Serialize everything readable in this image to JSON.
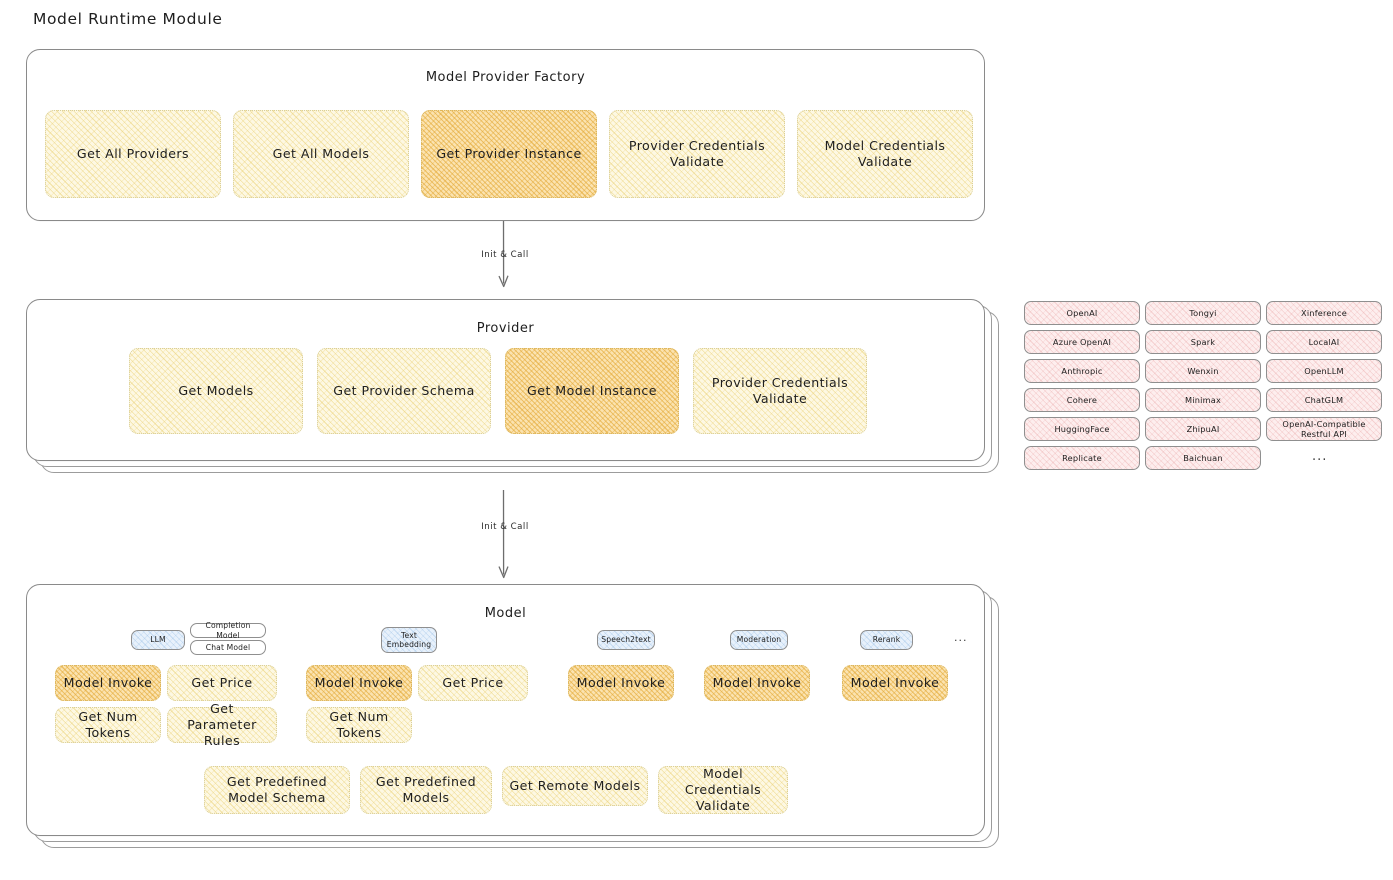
{
  "page": {
    "title": "Model Runtime Module"
  },
  "factory": {
    "title": "Model Provider Factory",
    "nodes": [
      {
        "label": "Get All Providers",
        "style": "yellow"
      },
      {
        "label": "Get All Models",
        "style": "yellow"
      },
      {
        "label": "Get Provider Instance",
        "style": "orange"
      },
      {
        "label": "Provider Credentials Validate",
        "style": "yellow"
      },
      {
        "label": "Model Credentials Validate",
        "style": "yellow"
      }
    ]
  },
  "arrow1": {
    "label": "Init & Call"
  },
  "provider": {
    "title": "Provider",
    "nodes": [
      {
        "label": "Get Models",
        "style": "yellow"
      },
      {
        "label": "Get Provider Schema",
        "style": "yellow"
      },
      {
        "label": "Get Model Instance",
        "style": "orange"
      },
      {
        "label": "Provider Credentials Validate",
        "style": "yellow"
      }
    ]
  },
  "arrow2": {
    "label": "Init & Call"
  },
  "provider_list": {
    "columns": [
      [
        "OpenAI",
        "Azure OpenAI",
        "Anthropic",
        "Cohere",
        "HuggingFace",
        "Replicate"
      ],
      [
        "Tongyi",
        "Spark",
        "Wenxin",
        "Minimax",
        "ZhipuAI",
        "Baichuan"
      ],
      [
        "Xinference",
        "LocalAI",
        "OpenLLM",
        "ChatGLM",
        "OpenAI-Compatible Restful API"
      ]
    ],
    "more": "..."
  },
  "model": {
    "title": "Model",
    "more_badge": "...",
    "types": [
      {
        "badge": "LLM",
        "sub_badges": [
          "Completion Model",
          "Chat Model"
        ],
        "nodes": [
          {
            "label": "Model Invoke",
            "style": "orange"
          },
          {
            "label": "Get Price",
            "style": "yellow"
          },
          {
            "label": "Get Num Tokens",
            "style": "yellow"
          },
          {
            "label": "Get Parameter Rules",
            "style": "yellow"
          }
        ]
      },
      {
        "badge": "Text Embedding",
        "sub_badges": [],
        "nodes": [
          {
            "label": "Model Invoke",
            "style": "orange"
          },
          {
            "label": "Get Price",
            "style": "yellow"
          },
          {
            "label": "Get Num Tokens",
            "style": "yellow"
          }
        ]
      },
      {
        "badge": "Speech2text",
        "sub_badges": [],
        "nodes": [
          {
            "label": "Model Invoke",
            "style": "orange"
          }
        ]
      },
      {
        "badge": "Moderation",
        "sub_badges": [],
        "nodes": [
          {
            "label": "Model Invoke",
            "style": "orange"
          }
        ]
      },
      {
        "badge": "Rerank",
        "sub_badges": [],
        "nodes": [
          {
            "label": "Model Invoke",
            "style": "orange"
          }
        ]
      }
    ],
    "common_nodes": [
      {
        "label": "Get Predefined Model Schema",
        "style": "yellow"
      },
      {
        "label": "Get Predefined Models",
        "style": "yellow"
      },
      {
        "label": "Get Remote Models",
        "style": "yellow"
      },
      {
        "label": "Model Credentials Validate",
        "style": "yellow"
      }
    ]
  }
}
